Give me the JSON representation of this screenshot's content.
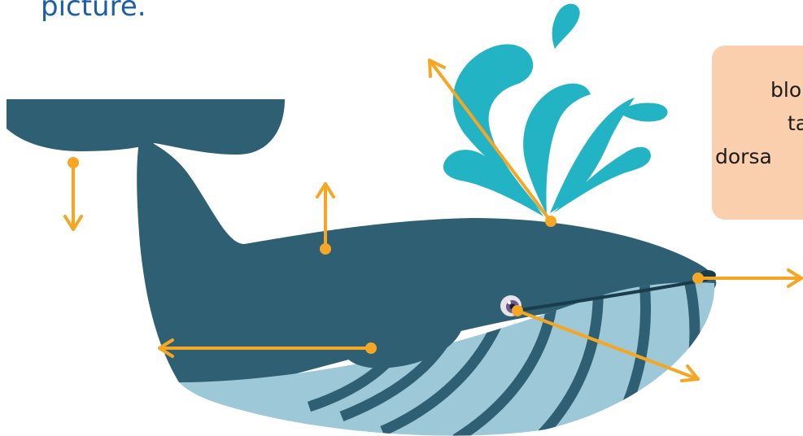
{
  "instruction": {
    "text": "picture."
  },
  "word_bank": {
    "words": [
      "blo",
      "ta",
      "dorsa"
    ]
  },
  "colors": {
    "whale_body": "#2e5f73",
    "whale_belly": "#9cc8d8",
    "whale_grooves": "#2e5f73",
    "water_spout": "#22b3c4",
    "arrows": "#f5a623",
    "heading": "#1d5ea8",
    "word_box": "#f9cfae"
  }
}
